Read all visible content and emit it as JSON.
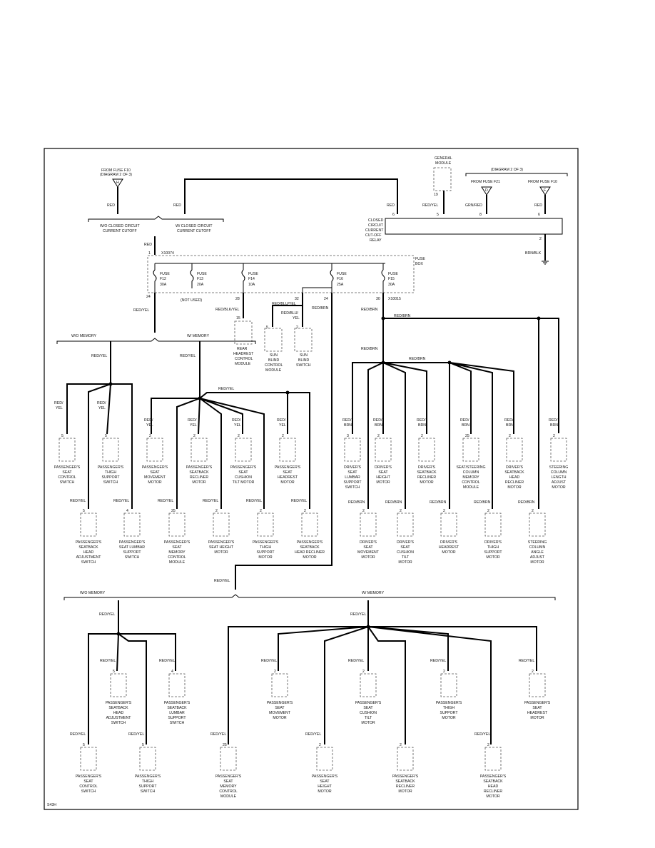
{
  "diagram_id": "S43H",
  "sources": {
    "fuse_f10": "FROM FUSE F10",
    "fuse_f10_ref": "(DIAGRAM 2 OF 3)",
    "diagram_ref_right": "(DIAGRAM 2 OF 3)",
    "fuse_f21": "FROM FUSE F21",
    "fuse_f10_right": "FROM FUSE F10",
    "conn_h": "H",
    "conn_d": "D",
    "conn_f": "F",
    "general_module": [
      "GENERAL",
      "MODULE"
    ],
    "general_module_pin": "19"
  },
  "branches": {
    "wo_ccco": [
      "W/O CLOSED CIRCUIT",
      "CURRENT CUTOFF"
    ],
    "w_ccco": [
      "W/ CLOSED CIRCUIT",
      "CURRENT CUTOFF"
    ],
    "wo_memory_top": "W/O MEMORY",
    "w_memory_top": "W/ MEMORY",
    "wo_memory_bottom": "W/O MEMORY",
    "w_memory_bottom": "W/ MEMORY"
  },
  "relay": {
    "label": [
      "CLOSED",
      "CIRCUIT",
      "CURRENT",
      "CUT-OFF",
      "RELAY"
    ],
    "pins": [
      "6",
      "5",
      "8",
      "6",
      "2"
    ],
    "ground_wire": "BRN/BLK"
  },
  "fusebox": {
    "label": [
      "FUSE",
      "BOX"
    ],
    "connector_top": "X10074",
    "connector_right": "X10015",
    "pin_top": "1",
    "fuses": [
      {
        "name": "FUSE",
        "id": "F12",
        "rating": "30A"
      },
      {
        "name": "FUSE",
        "id": "F13",
        "rating": "20A"
      },
      {
        "name": "FUSE",
        "id": "F14",
        "rating": "10A"
      },
      {
        "name": "FUSE",
        "id": "F16",
        "rating": "25A"
      },
      {
        "name": "FUSE",
        "id": "F15",
        "rating": "30A"
      }
    ],
    "out_pins": [
      "24",
      "28",
      "32",
      "24",
      "30"
    ],
    "not_used": "(NOT USED)"
  },
  "wires": {
    "red": "RED",
    "red_yel": "RED/YEL",
    "grn_red": "GRN/RED",
    "red_blk_yel": "RED/BLK/YEL",
    "red_blu_yel": "RED/BLU/YEL",
    "red_blu_yel_2": [
      "RED/BLU/",
      "YEL"
    ],
    "red_brn": "RED/BRN",
    "red_yel_2": [
      "RED/",
      "YEL"
    ],
    "red_brn_2": [
      "RED/",
      "BRN"
    ]
  },
  "mid_modules": [
    {
      "pin": "15",
      "label": [
        "REAR",
        "HEADREST",
        "CONTROL",
        "MODULE"
      ]
    },
    {
      "pin": "5",
      "label": [
        "SUN",
        "BLIND",
        "CONTROL",
        "MODULE"
      ]
    },
    {
      "pin": "2",
      "label": [
        "SUN",
        "BLIND",
        "SWITCH"
      ]
    }
  ],
  "row1": [
    {
      "pin": "5",
      "label": [
        "PASSENGER'S",
        "SEAT",
        "CONTROL",
        "SWITCH"
      ]
    },
    {
      "pin": "5",
      "label": [
        "PASSENGER'S",
        "THIGH",
        "SUPPORT",
        "SWITCH"
      ]
    },
    {
      "pin": "2",
      "label": [
        "PASSENGER'S",
        "SEAT",
        "MOVEMENT",
        "MOTOR"
      ]
    },
    {
      "pin": "2",
      "label": [
        "PASSENGER'S",
        "SEATBACK",
        "RECLINER",
        "MOTOR"
      ]
    },
    {
      "pin": "2",
      "label": [
        "PASSENGER'S",
        "SEAT",
        "CUSHION",
        "TILT MOTOR"
      ]
    },
    {
      "pin": "2",
      "label": [
        "PASSENGER'S",
        "SEAT",
        "HEADREST",
        "MOTOR"
      ]
    },
    {
      "pin": "3",
      "label": [
        "DRIVER'S",
        "SEAT",
        "LUMBAR",
        "SUPPORT",
        "SWITCH"
      ]
    },
    {
      "pin": "2",
      "label": [
        "DRIVER'S",
        "SEAT",
        "HEIGHT",
        "MOTOR"
      ]
    },
    {
      "pin": "2",
      "label": [
        "DRIVER'S",
        "SEATBACK",
        "RECLINER",
        "MOTOR"
      ]
    },
    {
      "pin": "25",
      "label": [
        "SEAT/STEERING",
        "COLUMN",
        "MEMORY",
        "CONTROL",
        "MODULE"
      ]
    },
    {
      "pin": "2",
      "label": [
        "DRIVER'S",
        "SEATBACK",
        "HEAD",
        "RECLINER",
        "MOTOR"
      ]
    },
    {
      "pin": "2",
      "label": [
        "STEERING",
        "COLUMN",
        "LENGTH",
        "ADJUST",
        "MOTOR"
      ]
    }
  ],
  "row2": [
    {
      "pin": "5",
      "label": [
        "PASSENGER'S",
        "SEATBACK",
        "HEAD",
        "ADJUSTMENT",
        "SWITCH"
      ]
    },
    {
      "pin": "4",
      "label": [
        "PASSENGER'S",
        "SEAT LUMBAR",
        "SUPPORT",
        "SWITCH"
      ]
    },
    {
      "pin": "25",
      "label": [
        "PASSENGER'S",
        "SEAT",
        "MEMORY",
        "CONTROL",
        "MODULE"
      ]
    },
    {
      "pin": "2",
      "label": [
        "PASSENGER'S",
        "SEAT HEIGHT",
        "MOTOR"
      ]
    },
    {
      "pin": "2",
      "label": [
        "PASSENGER'S",
        "THIGH",
        "SUPPORT",
        "MOTOR"
      ]
    },
    {
      "pin": "2",
      "label": [
        "PASSENGER'S",
        "SEATBACK",
        "HEAD RECLINER",
        "MOTOR"
      ]
    },
    {
      "pin": "2",
      "label": [
        "DRIVER'S",
        "SEAT",
        "MOVEMENT",
        "MOTOR"
      ]
    },
    {
      "pin": "2",
      "label": [
        "DRIVER'S",
        "SEAT",
        "CUSHION",
        "TILT",
        "MOTOR"
      ]
    },
    {
      "pin": "2",
      "label": [
        "DRIVER'S",
        "HEADREST",
        "MOTOR"
      ]
    },
    {
      "pin": "2",
      "label": [
        "DRIVER'S",
        "THIGH",
        "SUPPORT",
        "MOTOR"
      ]
    },
    {
      "pin": "2",
      "label": [
        "STEERING",
        "COLUMN",
        "ANGLE",
        "ADJUST",
        "MOTOR"
      ]
    }
  ],
  "row3": [
    {
      "pin": "5",
      "label": [
        "PASSENGER'S",
        "SEATBACK",
        "HEAD",
        "ADJUSTMENT",
        "SWITCH"
      ]
    },
    {
      "pin": "4",
      "label": [
        "PASSENGER'S",
        "SEATBACK",
        "LUMBAR",
        "SUPPORT",
        "SWITCH"
      ]
    },
    {
      "pin": "2",
      "label": [
        "PASSENGER'S",
        "SEAT",
        "MOVEMENT",
        "MOTOR"
      ]
    },
    {
      "pin": "2",
      "label": [
        "PASSENGER'S",
        "SEAT",
        "CUSHION",
        "TILT",
        "MOTOR"
      ]
    },
    {
      "pin": "2",
      "label": [
        "PASSENGER'S",
        "THIGH",
        "SUPPORT",
        "MOTOR"
      ]
    },
    {
      "pin": "2",
      "label": [
        "PASSENGER'S",
        "SEAT",
        "HEADREST",
        "MOTOR"
      ]
    }
  ],
  "row4": [
    {
      "pin": "5",
      "label": [
        "PASSENGER'S",
        "SEAT",
        "CONTROL",
        "SWITCH"
      ]
    },
    {
      "pin": "5",
      "label": [
        "PASSENGER'S",
        "THIGH",
        "SUPPORT",
        "SWITCH"
      ]
    },
    {
      "pin": "25",
      "label": [
        "PASSENGER'S",
        "SEAT",
        "MEMORY",
        "CONTROL",
        "MODULE"
      ]
    },
    {
      "pin": "2",
      "label": [
        "PASSENGER'S",
        "SEAT",
        "HEIGHT",
        "MOTOR"
      ]
    },
    {
      "pin": "2",
      "label": [
        "PASSENGER'S",
        "SEATBACK",
        "RECLINER",
        "MOTOR"
      ]
    },
    {
      "pin": "2",
      "label": [
        "PASSENGER'S",
        "SEATBACK",
        "HEAD",
        "RECLINER",
        "MOTOR"
      ]
    }
  ]
}
